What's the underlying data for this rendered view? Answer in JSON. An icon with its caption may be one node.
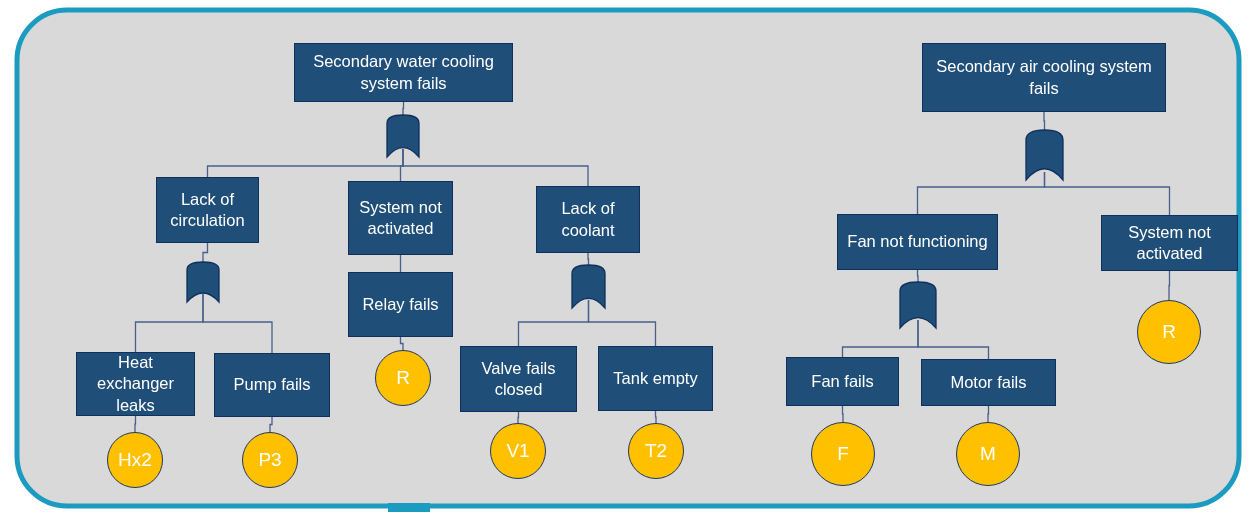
{
  "diagram": {
    "nodes": [
      {
        "text": [
          "Secondary water cooling system fails"
        ]
      },
      {
        "text": [],
        "shape": "gate"
      },
      {
        "text": [
          "Lack of circulation"
        ]
      },
      {
        "text": [
          "System not activated"
        ]
      },
      {
        "text": [
          "Lack of coolant"
        ]
      },
      {
        "text": [],
        "shape": "gate"
      },
      {
        "text": [
          "Relay fails"
        ]
      },
      {
        "text": [],
        "shape": "gate"
      },
      {
        "text": [
          "Heat exchanger leaks"
        ]
      },
      {
        "text": [
          "Pump fails"
        ]
      },
      {
        "text": [
          "R"
        ]
      },
      {
        "text": [
          "Valve fails closed"
        ]
      },
      {
        "text": [
          "Tank empty"
        ]
      },
      {
        "text": [
          "Hx2"
        ]
      },
      {
        "text": [
          "P3"
        ]
      },
      {
        "text": [
          "V1"
        ]
      },
      {
        "text": [
          "T2"
        ]
      },
      {
        "text": [
          "Secondary air cooling system fails"
        ]
      },
      {
        "text": [],
        "shape": "gate"
      },
      {
        "text": [
          "Fan not functioning"
        ]
      },
      {
        "text": [
          "System not activated"
        ]
      },
      {
        "text": [],
        "shape": "gate"
      },
      {
        "text": [
          "R"
        ]
      },
      {
        "text": [
          "Fan fails"
        ]
      },
      {
        "text": [
          "Motor fails"
        ]
      },
      {
        "text": [
          "F"
        ]
      },
      {
        "text": [
          "M"
        ]
      }
    ],
    "edges": [
      {
        "from": 0,
        "to": 1,
        "arrow": "none"
      },
      {
        "from": 1,
        "to": 2,
        "arrow": "none"
      },
      {
        "from": 1,
        "to": 3,
        "arrow": "none"
      },
      {
        "from": 1,
        "to": 4,
        "arrow": "none"
      },
      {
        "from": 2,
        "to": 5,
        "arrow": "none"
      },
      {
        "from": 5,
        "to": 8,
        "arrow": "none"
      },
      {
        "from": 5,
        "to": 9,
        "arrow": "none"
      },
      {
        "from": 3,
        "to": 6,
        "arrow": "none"
      },
      {
        "from": 6,
        "to": 10,
        "arrow": "none"
      },
      {
        "from": 4,
        "to": 7,
        "arrow": "none"
      },
      {
        "from": 7,
        "to": 11,
        "arrow": "none"
      },
      {
        "from": 7,
        "to": 12,
        "arrow": "none"
      },
      {
        "from": 8,
        "to": 13,
        "arrow": "none"
      },
      {
        "from": 9,
        "to": 14,
        "arrow": "none"
      },
      {
        "from": 11,
        "to": 15,
        "arrow": "none"
      },
      {
        "from": 12,
        "to": 16,
        "arrow": "none"
      },
      {
        "from": 17,
        "to": 18,
        "arrow": "none"
      },
      {
        "from": 18,
        "to": 19,
        "arrow": "none"
      },
      {
        "from": 18,
        "to": 20,
        "arrow": "none"
      },
      {
        "from": 19,
        "to": 21,
        "arrow": "none"
      },
      {
        "from": 21,
        "to": 23,
        "arrow": "none"
      },
      {
        "from": 21,
        "to": 24,
        "arrow": "none"
      },
      {
        "from": 20,
        "to": 22,
        "arrow": "none"
      },
      {
        "from": 23,
        "to": 25,
        "arrow": "none"
      },
      {
        "from": 24,
        "to": 26,
        "arrow": "none"
      }
    ]
  }
}
